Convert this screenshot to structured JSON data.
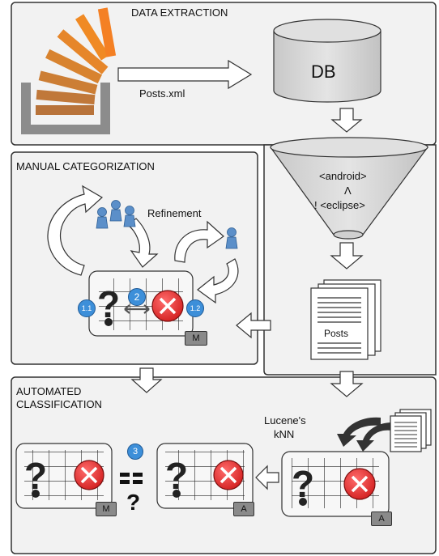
{
  "sections": {
    "data_extraction": "DATA EXTRACTION",
    "manual_categorization": "MANUAL CATEGORIZATION",
    "automated_classification_line1": "AUTOMATED",
    "automated_classification_line2": "CLASSIFICATION"
  },
  "labels": {
    "posts_xml": "Posts.xml",
    "db": "DB",
    "filter_android": "<android>",
    "filter_and": "Λ",
    "filter_not_eclipse": "! <eclipse>",
    "posts": "Posts",
    "refinement": "Refinement",
    "lucene_line1": "Lucene's",
    "lucene_line2": "kNN"
  },
  "badges": {
    "step_1_1": "1.1",
    "step_2": "2",
    "step_1_2": "1.2",
    "step_3": "3",
    "manual_tag": "M",
    "auto_tag": "A"
  },
  "colors": {
    "panel_border": "#333333",
    "panel_fill": "#f2f2f2",
    "db_fill": "#d4d4d4",
    "badge_blue": "#3d8fd9",
    "user_blue": "#5b8fc9",
    "error_red": "#e53935",
    "tag_gray": "#8a8a8a",
    "so_orange": "#f48024",
    "so_gray": "#8c8c8c"
  }
}
